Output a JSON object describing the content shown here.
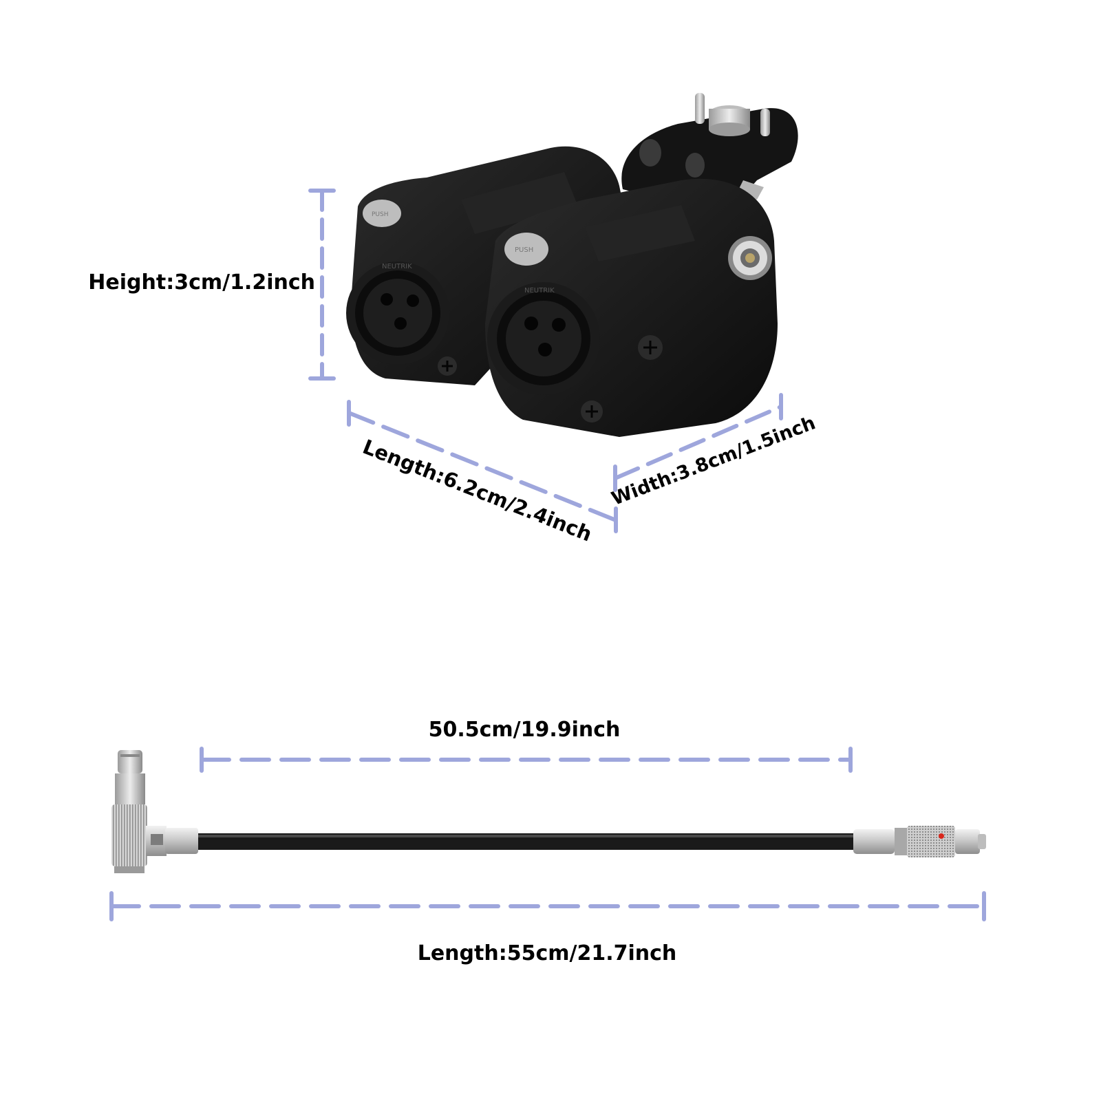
{
  "dimensions": {
    "height": "Height:3cm/1.2inch",
    "length": "Length:6.2cm/2.4inch",
    "width": "Width:3.8cm/1.5inch",
    "cable_inner": "50.5cm/19.9inch",
    "cable_total": "Length:55cm/21.7inch"
  },
  "xlr_brand": "NEUTRIK",
  "latch_text": "PUSH",
  "colors": {
    "dimension_line": "#9ea6dc",
    "body": "#141414",
    "cable": "#1a1a1a",
    "metal": "#c9c9c9",
    "accent_dot": "#d8271c"
  }
}
